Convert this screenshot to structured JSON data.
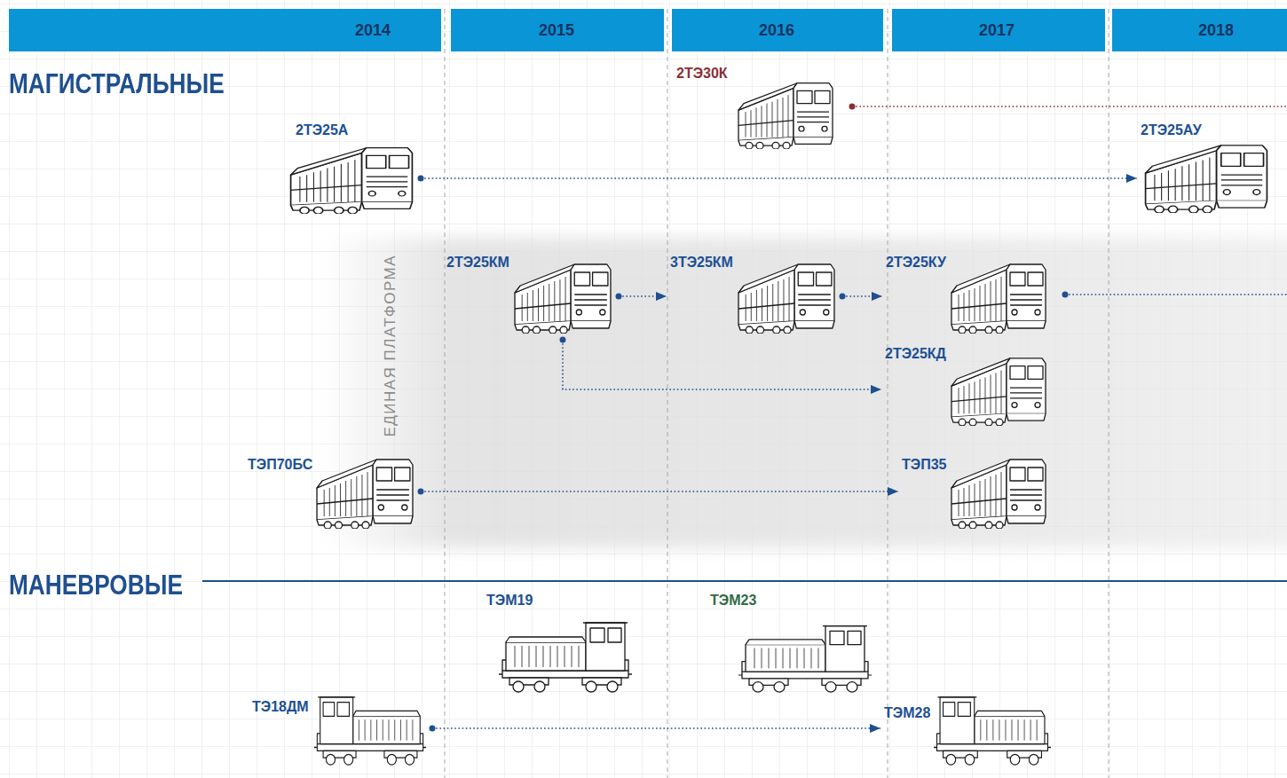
{
  "diagram": {
    "nodes": [
      {
        "text": [
          "2ТЭ30К"
        ]
      },
      {
        "text": [
          "2ТЭ25А"
        ]
      },
      {
        "text": [
          "2ТЭ25АУ"
        ]
      },
      {
        "text": [
          "ЕДИНАЯ ПЛАТФОРМА"
        ]
      },
      {
        "text": [
          "2ТЭ25КМ"
        ],
        "in": 3
      },
      {
        "text": [
          "3ТЭ25КМ"
        ],
        "in": 3
      },
      {
        "text": [
          "2ТЭ25КУ"
        ],
        "in": 3
      },
      {
        "text": [
          "2ТЭ25КД"
        ],
        "in": 3
      },
      {
        "text": [
          "ТЭП70БС"
        ]
      },
      {
        "text": [
          "ТЭП35"
        ],
        "in": 3
      },
      {
        "text": [
          "ТЭМ19"
        ]
      },
      {
        "text": [
          "ТЭМ23"
        ]
      },
      {
        "text": [
          "ТЭ18ДМ"
        ]
      },
      {
        "text": [
          "ТЭМ28"
        ]
      }
    ],
    "edges": [
      {
        "from": 1,
        "to": 2,
        "arrow": "to"
      },
      {
        "from": 4,
        "to": 5,
        "arrow": "to"
      },
      {
        "from": 5,
        "to": 6,
        "arrow": "to"
      },
      {
        "from": 4,
        "to": 7,
        "arrow": "to"
      },
      {
        "from": 8,
        "to": 9,
        "arrow": "to"
      },
      {
        "from": 12,
        "to": 13,
        "arrow": "to"
      }
    ],
    "labels": [
      "2014",
      "2015",
      "2016",
      "2017",
      "2018",
      "МАГИСТРАЛЬНЫЕ",
      "МАНЕВРОВЫЕ"
    ]
  }
}
